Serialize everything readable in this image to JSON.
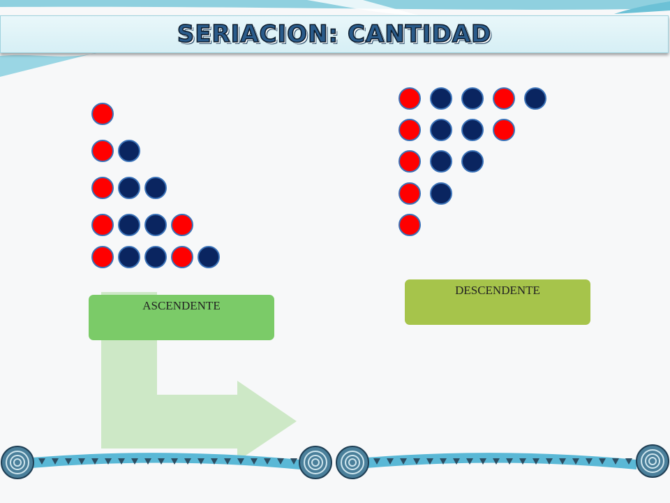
{
  "title": "SERIACION: CANTIDAD",
  "ascending_label": "ASCENDENTE",
  "descending_label": "DESCENDENTE",
  "colors": {
    "red": "#ff0000",
    "navy": "#0a2560",
    "dot_border": "#3a72b8"
  },
  "ascending_rows": [
    [
      "red"
    ],
    [
      "red",
      "navy"
    ],
    [
      "red",
      "navy",
      "navy"
    ],
    [
      "red",
      "navy",
      "navy",
      "red"
    ],
    [
      "red",
      "navy",
      "navy",
      "red",
      "navy"
    ]
  ],
  "descending_rows": [
    [
      "red",
      "navy",
      "navy",
      "red",
      "navy"
    ],
    [
      "red",
      "navy",
      "navy",
      "red"
    ],
    [
      "red",
      "navy",
      "navy"
    ],
    [
      "red",
      "navy"
    ],
    [
      "red"
    ]
  ]
}
